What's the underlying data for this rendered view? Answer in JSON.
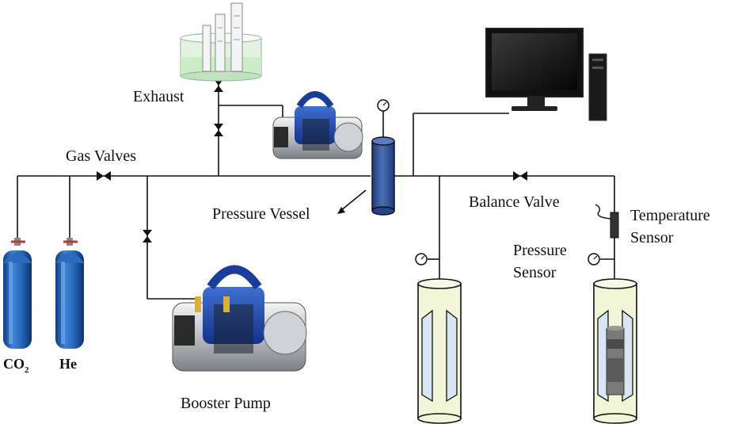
{
  "labels": {
    "exhaust": "Exhaust",
    "gas_valves": "Gas Valves",
    "pressure_vessel": "Pressure Vessel",
    "balance_valve": "Balance Valve",
    "temperature_sensor_line1": "Temperature",
    "temperature_sensor_line2": "Sensor",
    "pressure_sensor_line1": "Pressure",
    "pressure_sensor_line2": "Sensor",
    "booster_pump": "Booster Pump",
    "co2_main": "CO",
    "co2_sub": "2",
    "he": "He"
  },
  "colors": {
    "cylinder_blue": "#1f5fb0",
    "vessel_blue": "#2c4f95",
    "pump_blue": "#1d4aa6",
    "cell_fill": "#f1f6d8",
    "cell_liner": "#d7e6f2",
    "water_green": "#d6f0d4"
  },
  "icons": {
    "valve": "bowtie-valve-icon",
    "gauge": "pressure-gauge-icon",
    "pump": "vacuum-pump-icon",
    "computer": "desktop-computer-icon",
    "gas_cylinder": "gas-cylinder-icon",
    "beaker": "beaker-with-cylinders-icon"
  }
}
